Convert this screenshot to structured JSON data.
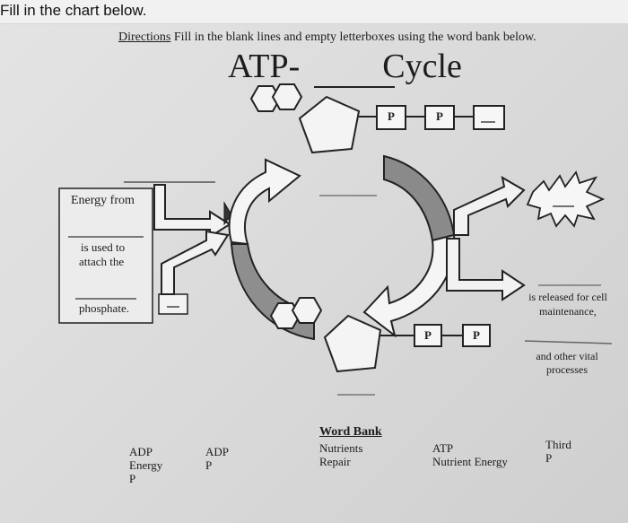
{
  "header": {
    "text": "Fill in the chart below."
  },
  "directions": {
    "label": "Directions",
    "text": " Fill in the blank lines and empty letterboxes using the word bank below."
  },
  "title": {
    "prefix": "ATP-",
    "suffix": "Cycle"
  },
  "phosphate_boxes": {
    "p1": "P",
    "p2": "P",
    "p3": "P",
    "p4": "P"
  },
  "left_box": {
    "line1": "Energy from",
    "line2a": "is used to",
    "line2b": "attach the",
    "line3": "phosphate."
  },
  "right_labels": {
    "released_a": "is released for cell",
    "released_b": "maintenance,",
    "other_a": "and other vital",
    "other_b": "processes"
  },
  "word_bank": {
    "title": "Word Bank",
    "col1": [
      "ADP",
      "Energy",
      "P"
    ],
    "col2": [
      "ADP",
      "P"
    ],
    "col3": [
      "Nutrients",
      "Repair"
    ],
    "col4": [
      "ATP",
      "Nutrient Energy"
    ],
    "col5": [
      "Third",
      "P"
    ]
  }
}
